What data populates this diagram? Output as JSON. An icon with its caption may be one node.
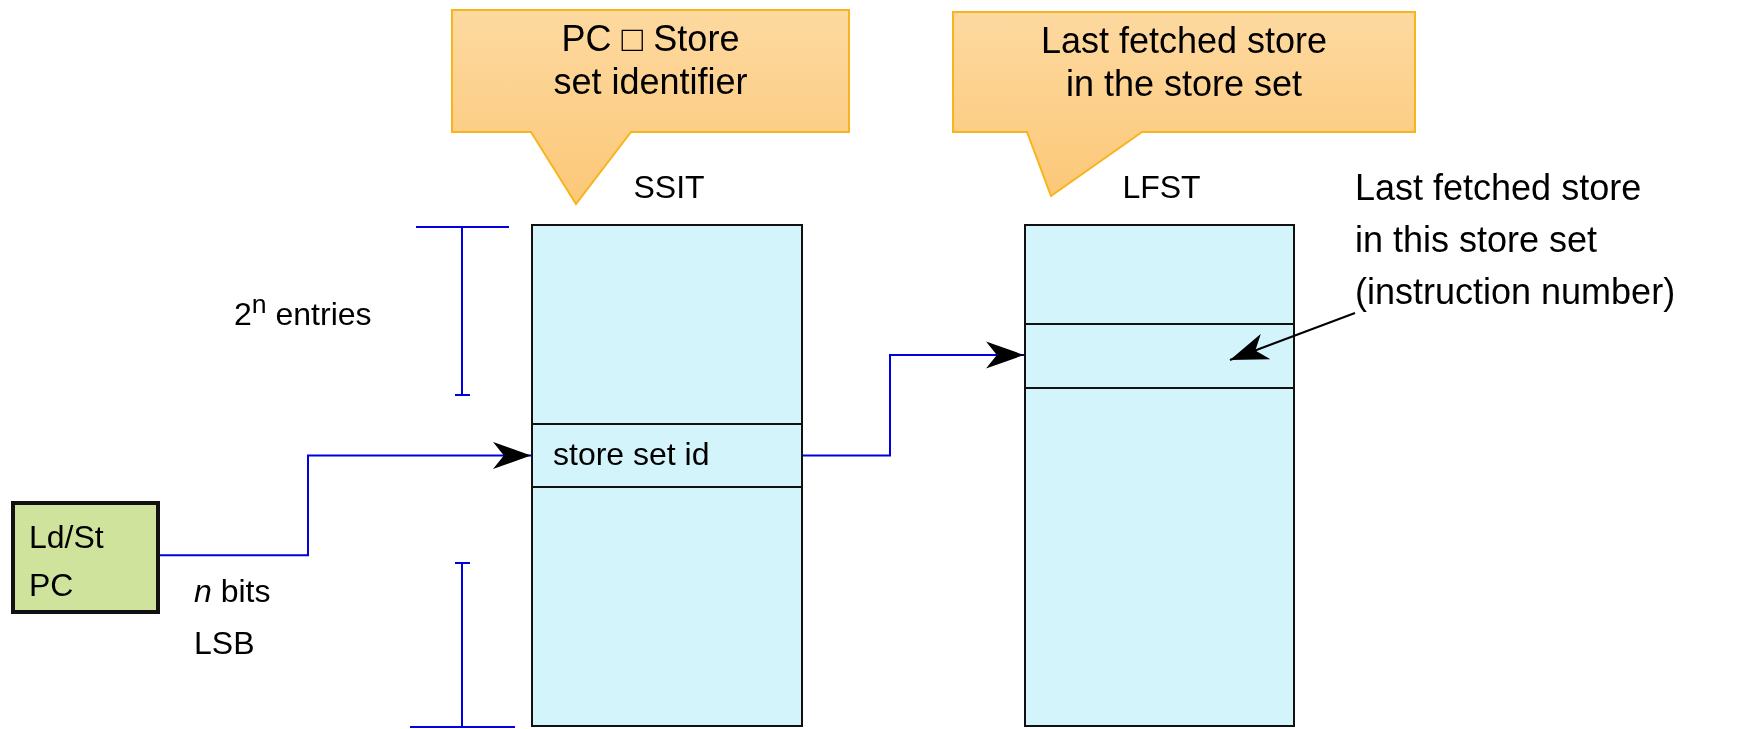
{
  "diagram": {
    "nodes": [
      {
        "text": [
          "PC □ Store set identifier"
        ]
      },
      {
        "text": [
          "Last fetched store in the store set"
        ]
      },
      {
        "text": [
          "SSIT"
        ]
      },
      {
        "text": [
          "store set id"
        ],
        "in": 2
      },
      {
        "text": [
          "LFST"
        ]
      },
      {
        "text": [],
        "shape": "box",
        "in": 4
      },
      {
        "text": [
          "Ld/St PC"
        ]
      },
      {
        "text": [
          "Last fetched store in this store set (instruction number)"
        ]
      }
    ],
    "edges": [
      {
        "from": 6,
        "to": 3,
        "arrow": "to"
      },
      {
        "from": 3,
        "to": 5,
        "arrow": "to"
      },
      {
        "from": 7,
        "to": 5,
        "arrow": "to",
        "color": "#000000"
      }
    ],
    "labels": [
      "2$^{n}$ entries",
      "*n* bits",
      "LSB"
    ]
  }
}
